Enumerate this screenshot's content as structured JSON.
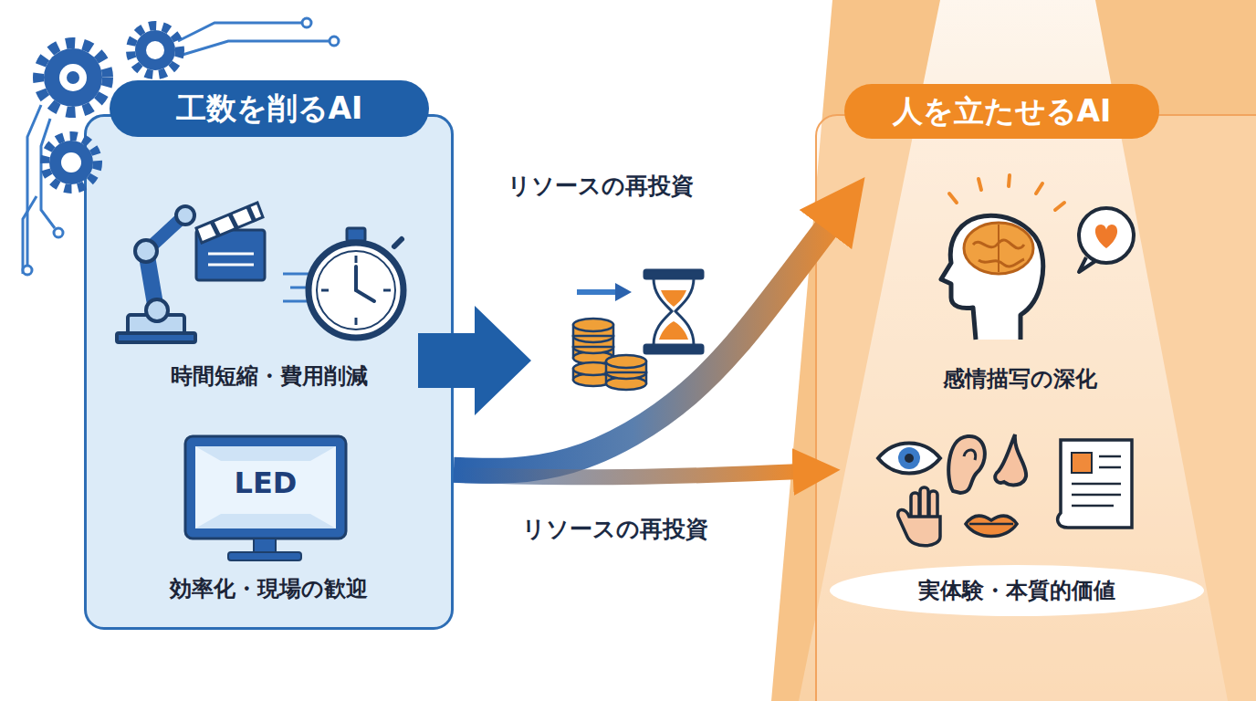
{
  "diagram": {
    "nodes": [
      {
        "text": [
          "工数を削るAI",
          "時間短縮・費用削減",
          "効率化・現場の歓迎"
        ]
      },
      {
        "text": [
          "人を立たせるAI",
          "感情描写の深化"
        ]
      },
      {
        "text": [
          "実体験・本質的価値"
        ],
        "in": 1
      }
    ],
    "edges": [
      {
        "from": 0,
        "to": 1,
        "arrow": "to",
        "label": "リソースの再投資"
      },
      {
        "from": 0,
        "to": 1,
        "arrow": "to",
        "label": "リソースの再投資"
      }
    ],
    "labels": [
      "LED"
    ]
  }
}
